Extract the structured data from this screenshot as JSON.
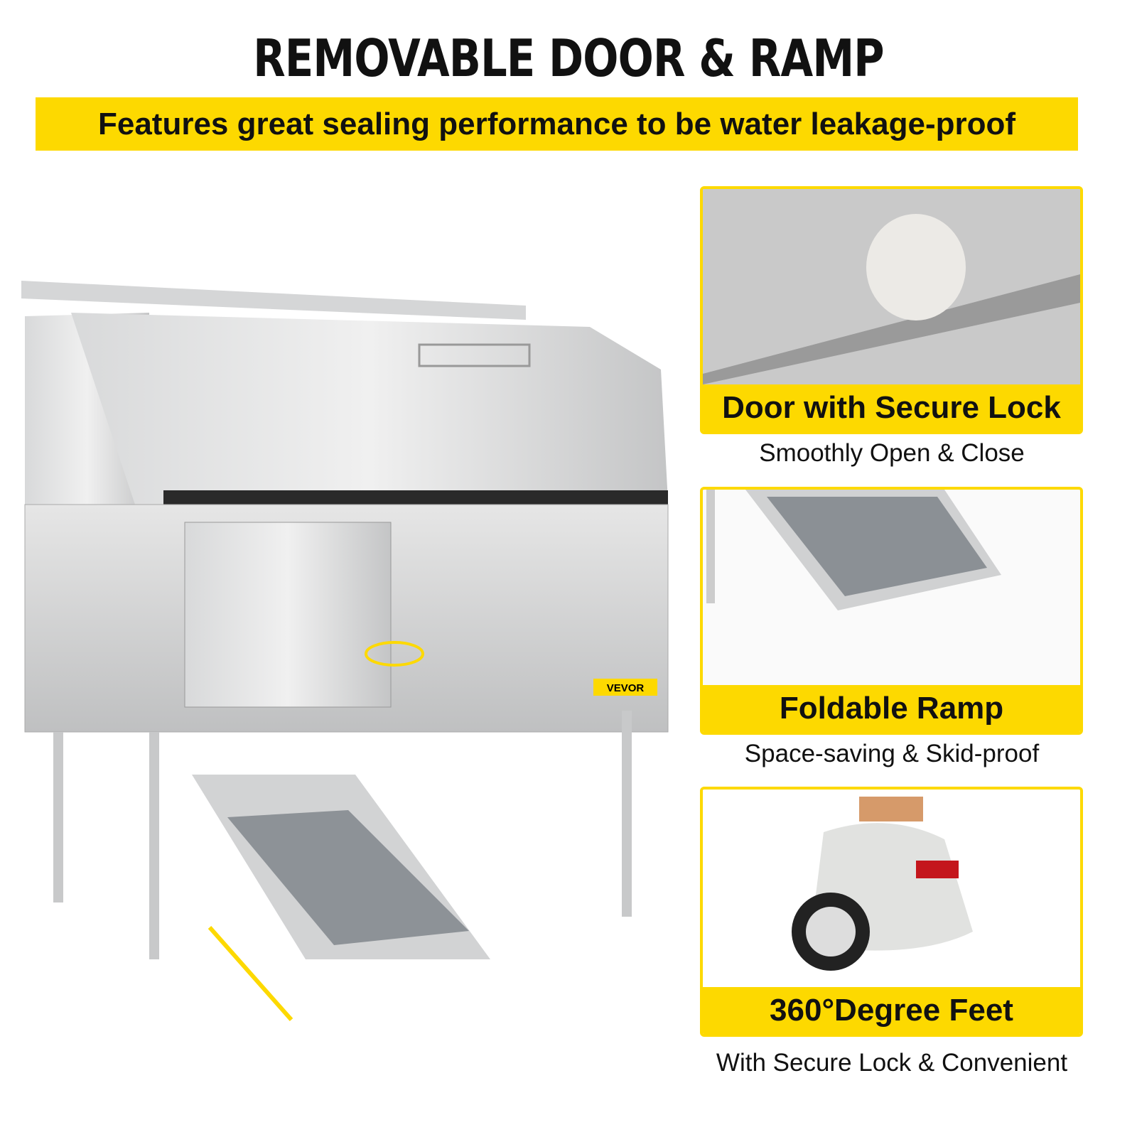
{
  "header": {
    "title": "REMOVABLE DOOR & RAMP",
    "banner": "Features great sealing performance to be water leakage-proof"
  },
  "product": {
    "brand_logo": "VEVOR"
  },
  "features": [
    {
      "label": "Door with Secure Lock",
      "caption": "Smoothly Open & Close",
      "image": "door-roller-closeup"
    },
    {
      "label": "Foldable Ramp",
      "caption": "Space-saving & Skid-proof",
      "image": "ramp-closeup"
    },
    {
      "label": "360°Degree Feet",
      "caption": "With Secure Lock & Convenient",
      "image": "leveling-caster-closeup"
    }
  ],
  "colors": {
    "accent": "#fdd900",
    "text": "#111111",
    "steel": "#c9cacb"
  }
}
